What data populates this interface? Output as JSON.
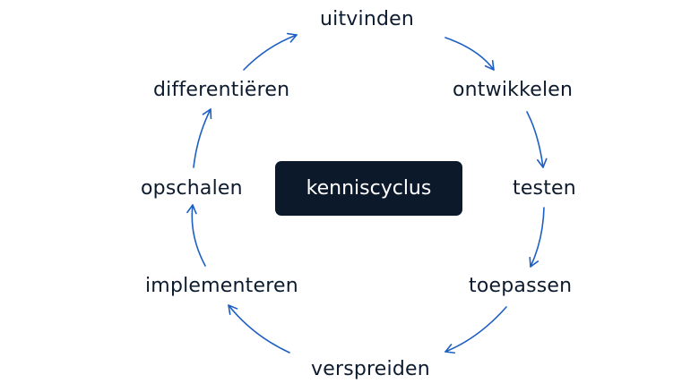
{
  "center": {
    "label": "kenniscyclus"
  },
  "stages": {
    "s1": "uitvinden",
    "s2": "ontwikkelen",
    "s3": "testen",
    "s4": "toepassen",
    "s5": "verspreiden",
    "s6": "implementeren",
    "s7": "opschalen",
    "s8": "differentiëren"
  },
  "colors": {
    "arrow": "#1e5fc4",
    "text": "#0d1b2e",
    "center_bg": "#0b192b",
    "center_text": "#ffffff"
  }
}
